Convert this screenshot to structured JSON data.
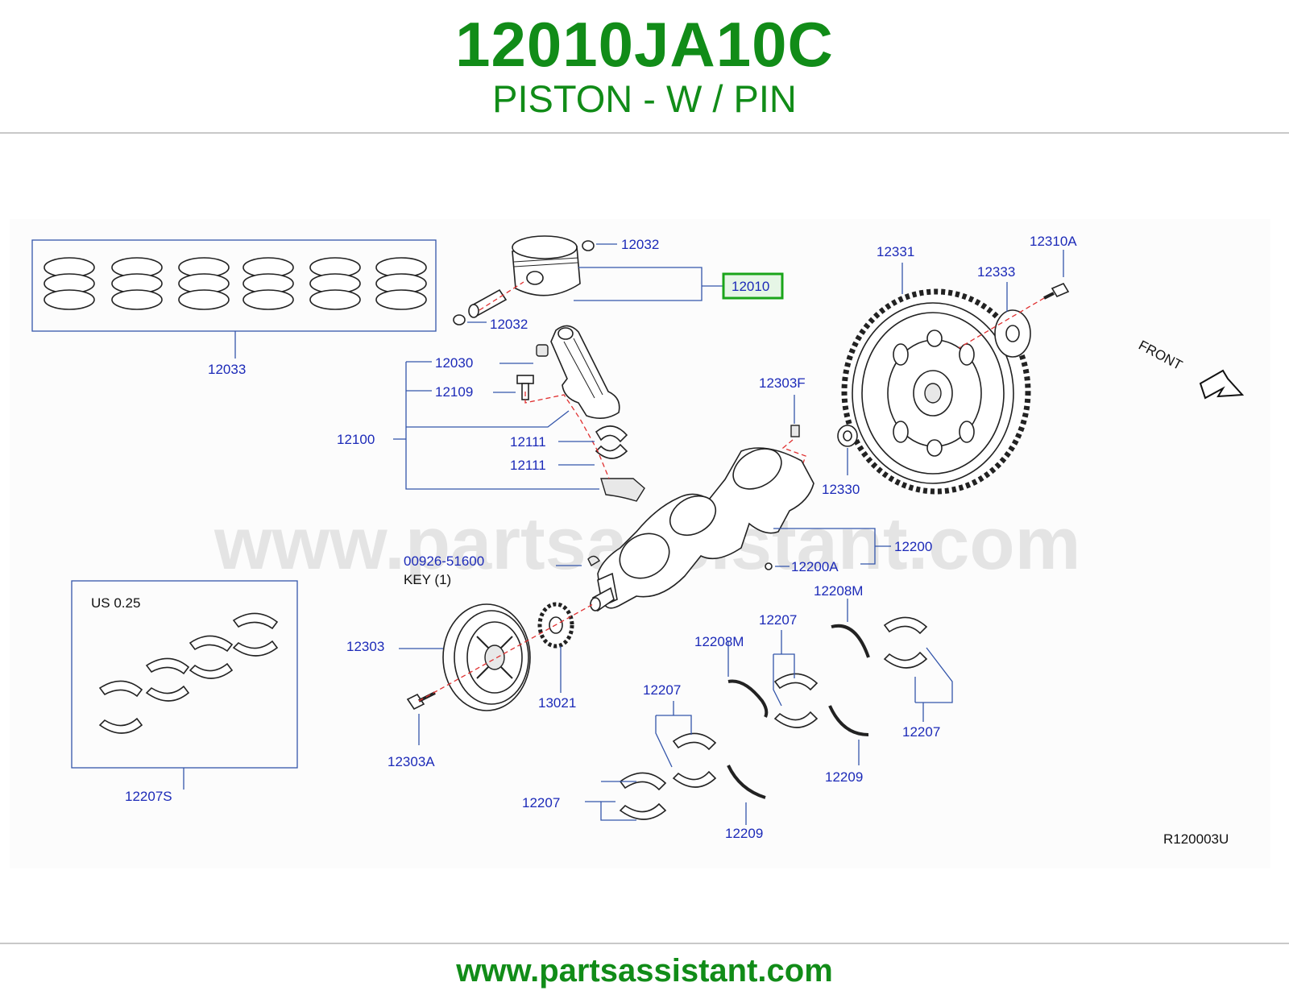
{
  "header": {
    "part_number": "12010JA10C",
    "part_name": "PISTON - W / PIN"
  },
  "footer": {
    "url": "www.partsassistant.com"
  },
  "watermark": "www.partsassistant.com",
  "diagram": {
    "highlight_color": "#1aa51a",
    "label_color": "#1c2ab8",
    "callouts": {
      "c12032a": "12032",
      "c12010": "12010",
      "c12032b": "12032",
      "c12033": "12033",
      "c12030": "12030",
      "c12109": "12109",
      "c12100": "12100",
      "c12111a": "12111",
      "c12111b": "12111",
      "c12331": "12331",
      "c12333": "12333",
      "c12310A": "12310A",
      "c12303F": "12303F",
      "c12330": "12330",
      "c12200": "12200",
      "c12200A": "12200A",
      "c00926": "00926-51600",
      "key": "KEY   (1)",
      "us": "US   0.25",
      "c12303": "12303",
      "c13021": "13021",
      "c12303A": "12303A",
      "c12207S": "12207S",
      "c12208Ma": "12208M",
      "c12208Mb": "12208M",
      "c12207a": "12207",
      "c12207b": "12207",
      "c12207c": "12207",
      "c12207d": "12207",
      "c12209a": "12209",
      "c12209b": "12209",
      "front": "FRONT",
      "ref": "R120003U"
    }
  }
}
